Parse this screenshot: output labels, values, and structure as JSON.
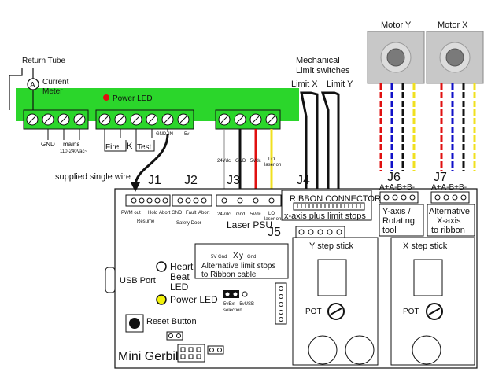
{
  "top": {
    "return_tube": "Return Tube",
    "current_meter_symbol": "A",
    "current_meter_line1": "Current",
    "current_meter_line2": "Meter",
    "power_led": "Power LED",
    "gnd": "GND",
    "mains": "mains",
    "mains_range": "110-240Vac~",
    "fire": "Fire",
    "test": "Test",
    "switch_symbol": "K",
    "psu_gnd": "GND",
    "psu_in": "IN",
    "psu_5v": "5v",
    "pin_24vdc": "24Vdc",
    "pin_gnd": "GND",
    "pin_5vdc": "5Vdc",
    "pin_lo_1": "LO",
    "pin_lo_2": "laser on"
  },
  "motors": {
    "motor_y": "Motor Y",
    "motor_x": "Motor X"
  },
  "limits": {
    "title_1": "Mechanical",
    "title_2": "Limit switches",
    "limit_x": "Limit X",
    "limit_y": "Limit Y"
  },
  "board": {
    "supplied_single_wire": "supplied single wire",
    "j1": "J1",
    "j2": "J2",
    "j3": "J3",
    "j4": "J4",
    "j5": "J5",
    "j6": "J6",
    "j7": "J7",
    "j6_pins": "A+A-B+B-",
    "j7_pins": "A+A-B+B-",
    "ribbon_connector": "RIBBON CONNECTOR",
    "ribbon_caption": "x-axis plus limit stops",
    "pwm_out": "PWM out",
    "hold": "Hold",
    "abort": "Abort",
    "resume": "Resume",
    "j2_gnd": "GND",
    "fault": "Fault",
    "j2_abort": "Abort",
    "safety_door": "Safety Door",
    "j3_24vdc": "24Vdc",
    "j3_gnd": "Gnd",
    "j3_5vdc": "5Vdc",
    "j3_lo_1": "LO",
    "j3_lo_2": "laser on",
    "laser_psu": "Laser PSU",
    "y_axis_1": "Y-axis /",
    "y_axis_2": "Rotating",
    "y_axis_3": "tool",
    "alt_x_1": "Alternative",
    "alt_x_2": "X-axis",
    "alt_x_3": "to ribbon",
    "j5_pin_labels": "5V Gnd",
    "j5_x": "X",
    "j5_y": "y",
    "j5_gnd": "Gnd",
    "alt_limit_1": "Alternative limit stops",
    "alt_limit_2": "to Ribbon cable",
    "heartbeat_1": "Heart",
    "heartbeat_2": "Beat",
    "heartbeat_3": "LED",
    "usb_port": "USB Port",
    "power_led": "Power LED",
    "sel_label": "5vExt - 5vUSB",
    "sel_label_2": "selection",
    "reset_button": "Reset Button",
    "y_step_stick": "Y step stick",
    "x_step_stick": "X step stick",
    "pot_y": "POT",
    "pot_x": "POT",
    "board_name": "Mini Gerbil"
  },
  "colors": {
    "pcb_green": "#2bd62b",
    "wire_red": "#e01010",
    "wire_blue": "#1010c8",
    "wire_yellow": "#f0e020",
    "wire_black": "#111111",
    "motor_gray": "#c8c8c8",
    "led_red": "#e01010",
    "led_yellow": "#f2f20a"
  }
}
